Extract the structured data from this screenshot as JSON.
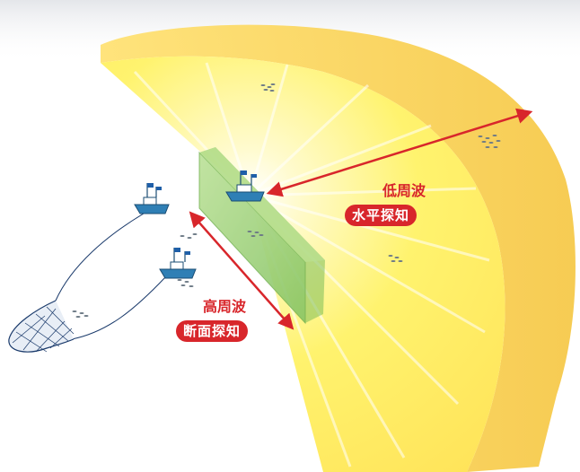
{
  "low_frequency": {
    "title": "低周波",
    "mode": "水平探知"
  },
  "high_frequency": {
    "title": "高周波",
    "mode": "断面探知"
  },
  "colors": {
    "accent": "#d8262b",
    "beam_yellow": "#fff36e",
    "beam_edge": "#f2c94c",
    "section_green": "#9fd27a",
    "ship_blue": "#2f7fb5",
    "flag_blue": "#1f5fa8",
    "net_line": "#1a3a6b"
  },
  "icons": {
    "ship": "fishing-boat-icon",
    "fish": "fish-school-icon",
    "net": "purse-seine-net-icon"
  }
}
